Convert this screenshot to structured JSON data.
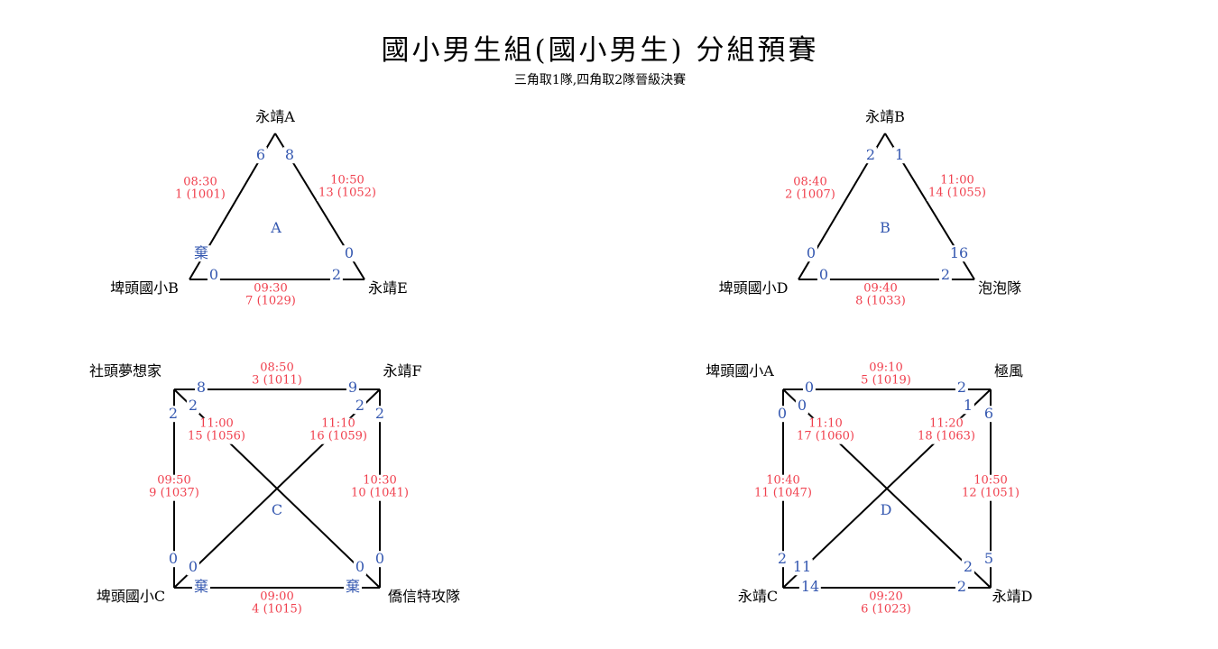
{
  "title": "國小男生組(國小男生) 分組預賽",
  "subtitle": "三角取1隊,四角取2隊晉級決賽",
  "colors": {
    "score": "#3558b0",
    "match": "#f0404e",
    "line": "#000000"
  },
  "groups": [
    {
      "name": "A",
      "teams": [
        "永靖A",
        "埤頭國小B",
        "永靖E"
      ],
      "scores": [
        "6",
        "8",
        "棄",
        "0",
        "0",
        "2"
      ],
      "matches": [
        {
          "time": "08:30",
          "game": "1 (1001)"
        },
        {
          "time": "10:50",
          "game": "13 (1052)"
        },
        {
          "time": "09:30",
          "game": "7 (1029)"
        }
      ]
    },
    {
      "name": "B",
      "teams": [
        "永靖B",
        "埤頭國小D",
        "泡泡隊"
      ],
      "scores": [
        "2",
        "1",
        "0",
        "16",
        "0",
        "2"
      ],
      "matches": [
        {
          "time": "08:40",
          "game": "2 (1007)"
        },
        {
          "time": "11:00",
          "game": "14 (1055)"
        },
        {
          "time": "09:40",
          "game": "8 (1033)"
        }
      ]
    },
    {
      "name": "C",
      "teams": [
        "社頭夢想家",
        "永靖F",
        "埤頭國小C",
        "僑信特攻隊"
      ],
      "scores": [
        "8",
        "9",
        "2",
        "2",
        "2",
        "2",
        "0",
        "0",
        "棄",
        "0",
        "0",
        "棄"
      ],
      "matches": [
        {
          "time": "08:50",
          "game": "3 (1011)"
        },
        {
          "time": "11:00",
          "game": "15 (1056)"
        },
        {
          "time": "11:10",
          "game": "16 (1059)"
        },
        {
          "time": "09:50",
          "game": "9 (1037)"
        },
        {
          "time": "10:30",
          "game": "10 (1041)"
        },
        {
          "time": "09:00",
          "game": "4 (1015)"
        }
      ]
    },
    {
      "name": "D",
      "teams": [
        "埤頭國小A",
        "極風",
        "永靖C",
        "永靖D"
      ],
      "scores": [
        "0",
        "2",
        "0",
        "1",
        "0",
        "6",
        "2",
        "11",
        "14",
        "2",
        "5",
        "2"
      ],
      "matches": [
        {
          "time": "09:10",
          "game": "5 (1019)"
        },
        {
          "time": "11:10",
          "game": "17 (1060)"
        },
        {
          "time": "11:20",
          "game": "18 (1063)"
        },
        {
          "time": "10:40",
          "game": "11 (1047)"
        },
        {
          "time": "10:50",
          "game": "12 (1051)"
        },
        {
          "time": "09:20",
          "game": "6 (1023)"
        }
      ]
    }
  ]
}
